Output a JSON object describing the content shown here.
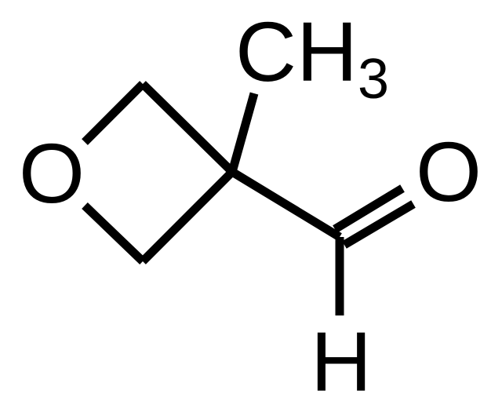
{
  "molecule": {
    "atoms": {
      "ring_oxygen": "O",
      "carbonyl_oxygen": "O",
      "aldehyde_hydrogen": "H",
      "methyl_carbon": "CH",
      "methyl_subscript": "3"
    },
    "colors": {
      "bond": "#000000",
      "label": "#000000",
      "background": "#ffffff"
    }
  }
}
